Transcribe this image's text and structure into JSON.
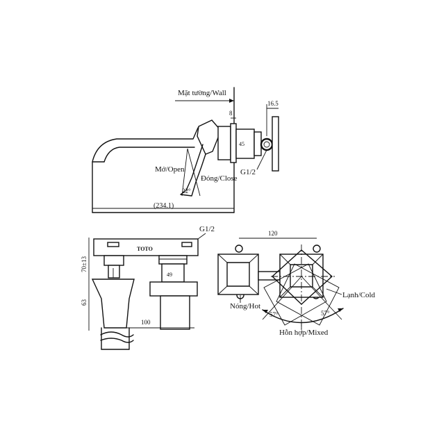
{
  "labels": {
    "wall": "Mặt tường/Wall",
    "dim_8": "8",
    "dim_16_5": "16.5",
    "dim_45_top": "45",
    "open": "Mở/Open",
    "close": "Đóng/Close",
    "angle_22": "22°",
    "g12_top": "G1/2",
    "length_234": "(234.1)",
    "g12_bottom": "G1/2",
    "brand": "TOTO",
    "dim_70_13": "70±13",
    "dim_63": "63",
    "dim_49": "49",
    "dim_100": "100",
    "dim_120": "120",
    "hot": "Nóng/Hot",
    "cold": "Lạnh/Cold",
    "angle_left": "57°",
    "angle_right": "57°",
    "mixed": "Hỗn hợp/Mixed"
  }
}
